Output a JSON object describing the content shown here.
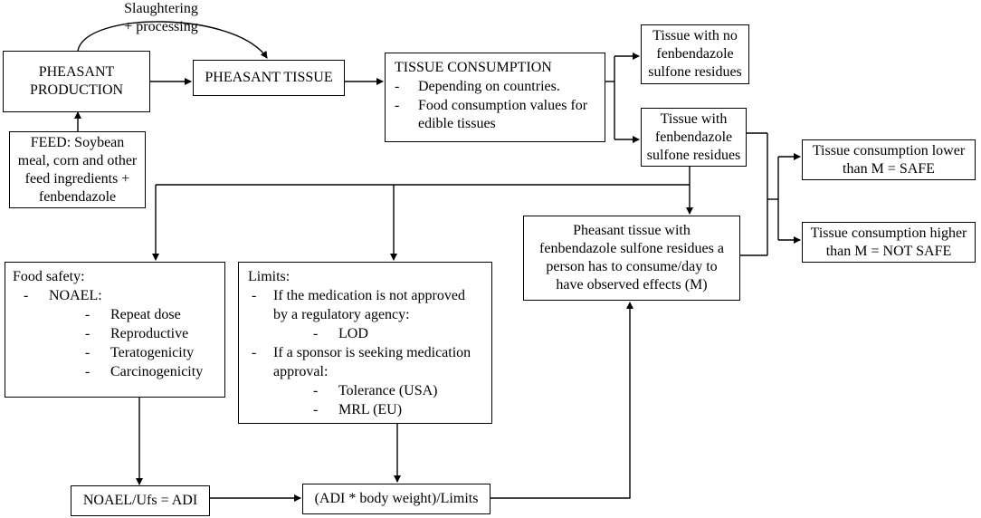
{
  "arc_label": {
    "line1": "Slaughtering",
    "line2": "+ processing"
  },
  "production": {
    "line1": "PHEASANT",
    "line2": "PRODUCTION"
  },
  "feed": {
    "line1": "FEED: Soybean",
    "line2": "meal, corn and other",
    "line3": "feed ingredients +",
    "line4": "fenbendazole"
  },
  "tissue": {
    "label": "PHEASANT TISSUE"
  },
  "consumption": {
    "title": "TISSUE CONSUMPTION",
    "item1": "Depending on countries.",
    "item2_line1": "Food consumption values for",
    "item2_line2": "edible tissues"
  },
  "no_residue": {
    "line1": "Tissue with no",
    "line2": "fenbendazole",
    "line3": "sulfone residues"
  },
  "with_residue": {
    "line1": "Tissue with",
    "line2": "fenbendazole",
    "line3": "sulfone residues"
  },
  "safe": {
    "line1": "Tissue consumption lower",
    "line2": "than M = SAFE"
  },
  "not_safe": {
    "line1": "Tissue consumption higher",
    "line2": "than M = NOT SAFE"
  },
  "pheasant_m": {
    "line1": "Pheasant tissue with",
    "line2": "fenbendazole sulfone residues a",
    "line3": "person has to consume/day to",
    "line4": "have observed effects (M)"
  },
  "food_safety": {
    "title": "Food safety:",
    "noael": "NOAEL:",
    "items": [
      "Repeat dose",
      "Reproductive",
      "Teratogenicity",
      "Carcinogenicity"
    ]
  },
  "limits": {
    "title": "Limits:",
    "item1_line1": "If the medication is not approved",
    "item1_line2": "by a regulatory agency:",
    "lod": "LOD",
    "item2_line1": "If a sponsor is seeking medication",
    "item2_line2": "approval:",
    "tolerance": "Tolerance (USA)",
    "mrl": "MRL (EU)"
  },
  "adi": {
    "label": "NOAEL/Ufs = ADI"
  },
  "formula": {
    "label": "(ADI * body weight)/Limits"
  },
  "dash": "-"
}
